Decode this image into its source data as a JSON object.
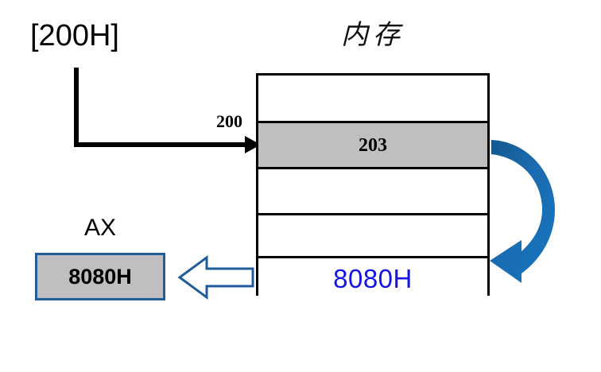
{
  "diagram": {
    "title": "内存",
    "pointer_label": "[200H]",
    "address_tick": "200",
    "memory_rows": [
      {
        "value": "",
        "shaded": false
      },
      {
        "value": "203",
        "shaded": true
      },
      {
        "value": "",
        "shaded": false
      },
      {
        "value": "",
        "shaded": false
      },
      {
        "value": "8080H",
        "shaded": false
      }
    ],
    "register": {
      "name": "AX",
      "value": "8080H"
    },
    "colors": {
      "shade_gray": "#bfbfbf",
      "hex_blue": "#1414e6",
      "accent_blue": "#1f5c99",
      "curve_blue": "#1360a8",
      "outline_black": "#000000"
    },
    "icons": {
      "elbow_arrow": "elbow-arrow-icon",
      "curved_arrow": "curved-arrow-icon",
      "block_arrow": "block-arrow-left-icon"
    }
  }
}
